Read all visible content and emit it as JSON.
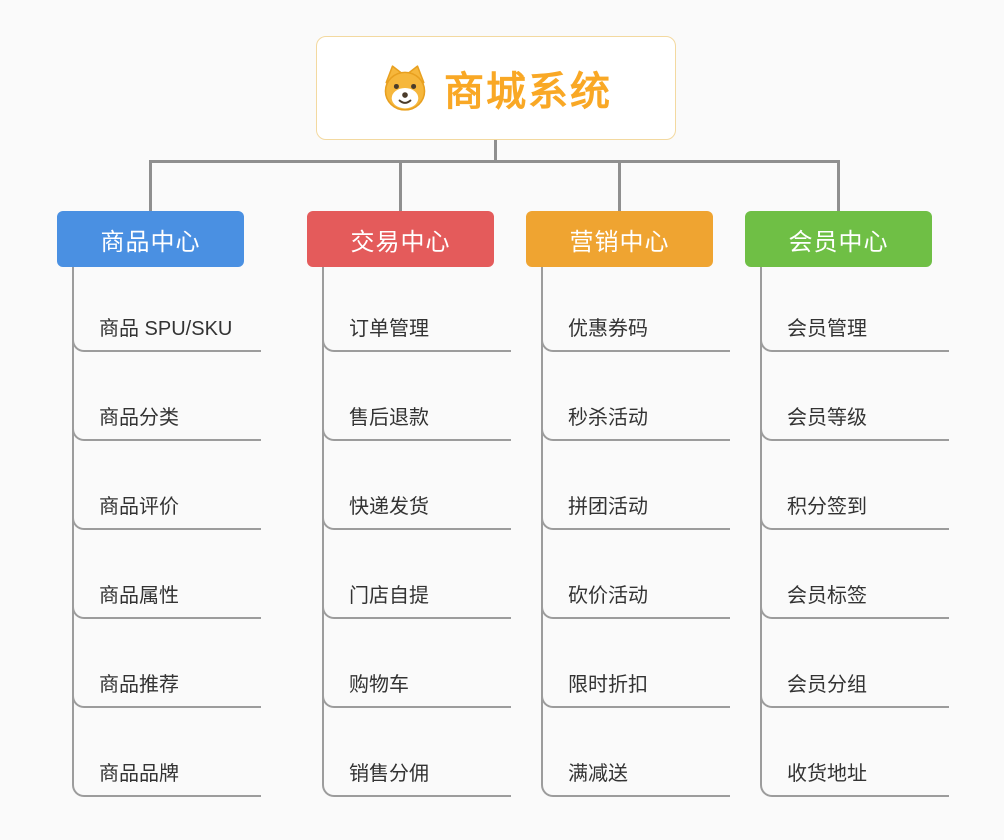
{
  "root": {
    "title": "商城系统",
    "icon": "shiba-dog-icon",
    "accent_color": "#f9a825",
    "border_color": "#f3d9a0"
  },
  "connector_color": "#9c9c9c",
  "branches": [
    {
      "label": "商品中心",
      "color": "#4a90e2",
      "children": [
        "商品 SPU/SKU",
        "商品分类",
        "商品评价",
        "商品属性",
        "商品推荐",
        "商品品牌"
      ]
    },
    {
      "label": "交易中心",
      "color": "#e45b5b",
      "children": [
        "订单管理",
        "售后退款",
        "快递发货",
        "门店自提",
        "购物车",
        "销售分佣"
      ]
    },
    {
      "label": "营销中心",
      "color": "#efa431",
      "children": [
        "优惠券码",
        "秒杀活动",
        "拼团活动",
        "砍价活动",
        "限时折扣",
        "满减送"
      ]
    },
    {
      "label": "会员中心",
      "color": "#6fbf45",
      "children": [
        "会员管理",
        "会员等级",
        "积分签到",
        "会员标签",
        "会员分组",
        "收货地址"
      ]
    }
  ]
}
